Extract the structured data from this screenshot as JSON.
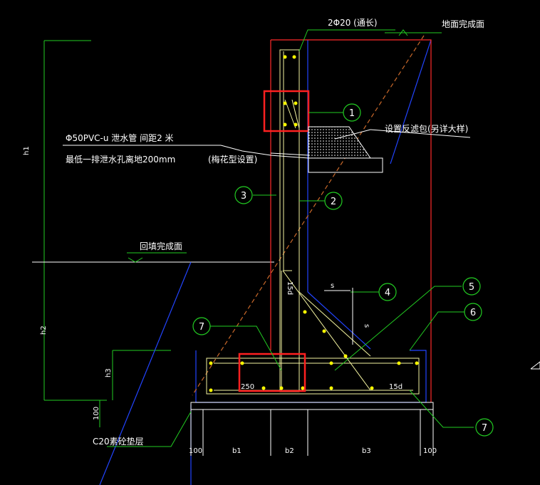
{
  "labels": {
    "top_rebar": "2Φ20 (通长)",
    "ground_finish": "地面完成面",
    "drain_pipe": "Φ50PVC-u     泄水管 间距2 米",
    "drain_hole": "最低一排泄水孔离地200mm",
    "plum_layout": "(梅花型设置)",
    "filter_bag": "设置反滤包(另详大样)",
    "backfill": "回填完成面",
    "cushion": "C20素砼垫层",
    "dim_15d_vertical": "15d",
    "dim_15d_horizontal": "15d",
    "dim_250": "250",
    "dim_s1": "s",
    "dim_s2": "s",
    "dim_h1": "h1",
    "dim_h2": "h2",
    "dim_h3": "h3",
    "dim_100_left": "100",
    "dim_b1": "b1",
    "dim_b2": "b2",
    "dim_b3": "b3",
    "dim_100_right": "100",
    "dim_100_vertical": "100"
  },
  "callouts": [
    "1",
    "2",
    "3",
    "4",
    "5",
    "6",
    "7",
    "7"
  ],
  "colors": {
    "background": "#000000",
    "wall_outline": "#ff2a2a",
    "rebar": "#f4f4a0",
    "rebar_dot": "#ffff00",
    "green_leader": "#22cc22",
    "blue": "#2244ff",
    "orange": "#c8682a",
    "white": "#ffffff",
    "highlight": "#ff2020"
  }
}
